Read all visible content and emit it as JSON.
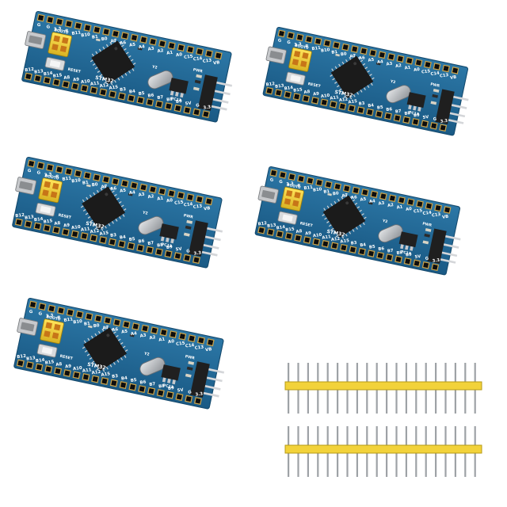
{
  "image": {
    "description_tags": [
      "product-photo",
      "microcontroller-boards",
      "pin-headers"
    ],
    "board_count": 5,
    "header_strip_count": 2
  },
  "board": {
    "top_pins": [
      "G",
      "G",
      "3.3",
      "R",
      "B11",
      "B10",
      "B1",
      "B0",
      "A7",
      "A6",
      "A5",
      "A4",
      "A3",
      "A2",
      "A1",
      "A0",
      "C15",
      "C14",
      "C13",
      "VB"
    ],
    "bottom_pins": [
      "B12",
      "B13",
      "B14",
      "B15",
      "A8",
      "A9",
      "A10",
      "A11",
      "A12",
      "A15",
      "B3",
      "B4",
      "B5",
      "B6",
      "B7",
      "B8",
      "B9",
      "5V",
      "G",
      "3.3"
    ],
    "chip_label": "STM32",
    "boot_label": "BOOT0",
    "reset_label": "RESET",
    "pwr_label": "PWR",
    "pc13_label": "PC13",
    "crystal_label": "Y2"
  },
  "colors": {
    "pcb": "#1e5f8a",
    "pcb_edge": "#154a6d",
    "gold": "#c9a24a",
    "header_yellow": "#f2d23a",
    "header_black": "#222222",
    "chip": "#1b1b1b",
    "silver": "#c7c9cc"
  }
}
